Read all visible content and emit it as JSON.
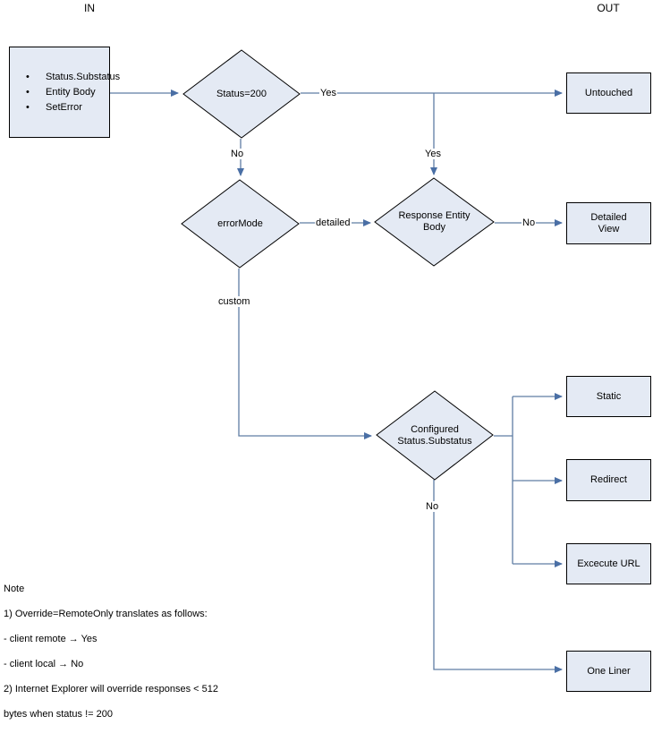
{
  "columns": {
    "in_label": "IN",
    "out_label": "OUT"
  },
  "colors": {
    "node_fill": "#e4eaf4",
    "node_stroke": "#000000",
    "edge_stroke": "#5f7da3",
    "background": "#ffffff"
  },
  "nodes": {
    "input": {
      "type": "box",
      "items": [
        "Status.Substatus",
        "Entity Body",
        "SetError"
      ]
    },
    "status200": {
      "type": "diamond",
      "label": "Status=200"
    },
    "error_mode": {
      "type": "diamond",
      "label": "errorMode"
    },
    "response_entity_body": {
      "type": "diamond",
      "label": "Response Entity\nBody"
    },
    "configured_status": {
      "type": "diamond",
      "label": "Configured\nStatus.Substatus"
    },
    "untouched": {
      "type": "box",
      "label": "Untouched"
    },
    "detailed_view": {
      "type": "box",
      "label": "Detailed\nView"
    },
    "static": {
      "type": "box",
      "label": "Static"
    },
    "redirect": {
      "type": "box",
      "label": "Redirect"
    },
    "execute_url": {
      "type": "box",
      "label": "Excecute URL"
    },
    "one_liner": {
      "type": "box",
      "label": "One Liner"
    }
  },
  "edge_labels": {
    "status200_yes": "Yes",
    "status200_no": "No",
    "reb_yes": "Yes",
    "error_mode_detailed": "detailed",
    "error_mode_custom": "custom",
    "reb_no": "No",
    "configured_no": "No"
  },
  "note": {
    "title": "Note",
    "lines": [
      "1) Override=RemoteOnly translates as follows:",
      "- client remote → Yes",
      "- client local → No",
      "2) Internet Explorer will override responses < 512",
      "bytes when status != 200"
    ]
  }
}
